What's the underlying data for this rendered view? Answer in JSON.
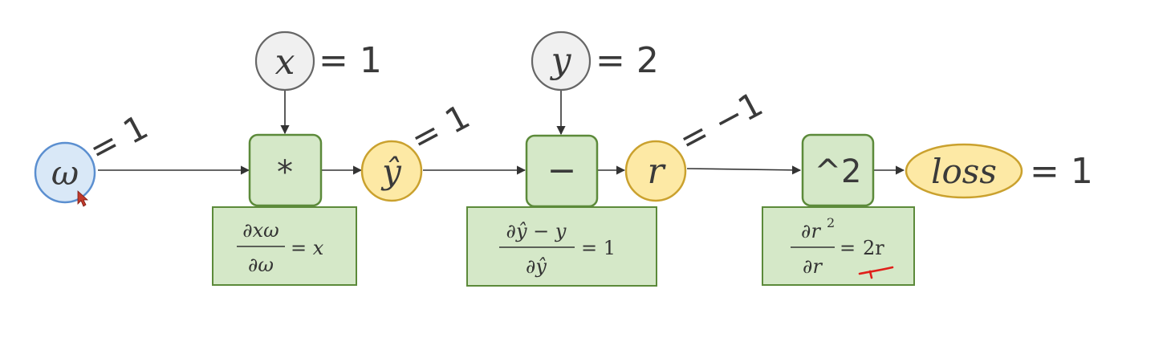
{
  "nodes": {
    "omega": {
      "label": "ω",
      "color": "#d9e8f7",
      "stroke": "#5b8fd0"
    },
    "x": {
      "label": "x",
      "value": "= 1"
    },
    "y": {
      "label": "y",
      "value": "= 2"
    },
    "yhat": {
      "label": "ŷ"
    },
    "r": {
      "label": "r"
    },
    "loss": {
      "label": "loss",
      "value": "= 1"
    }
  },
  "ops": {
    "mul": "*",
    "sub": "−",
    "sq": "^2"
  },
  "edge_values": {
    "omega": "= 1",
    "yhat": "= 1",
    "r": "= −1"
  },
  "derivatives": {
    "mul": {
      "num": "∂xω",
      "den": "∂ω",
      "rhs": "= x"
    },
    "sub": {
      "num": "∂ŷ − y",
      "den": "∂ŷ",
      "rhs": "= 1"
    },
    "sq": {
      "num": "∂r",
      "num_sup": "2",
      "den": "∂r",
      "rhs_eq": "=",
      "rhs": "2r"
    }
  },
  "colors": {
    "green_fill": "#d5e8c8",
    "green_stroke": "#5c8a3a",
    "yellow_fill": "#fde9a5",
    "yellow_stroke": "#caa12e",
    "gray_fill": "#f0f0f0",
    "gray_stroke": "#666666",
    "annotation_red": "#e0201a"
  }
}
